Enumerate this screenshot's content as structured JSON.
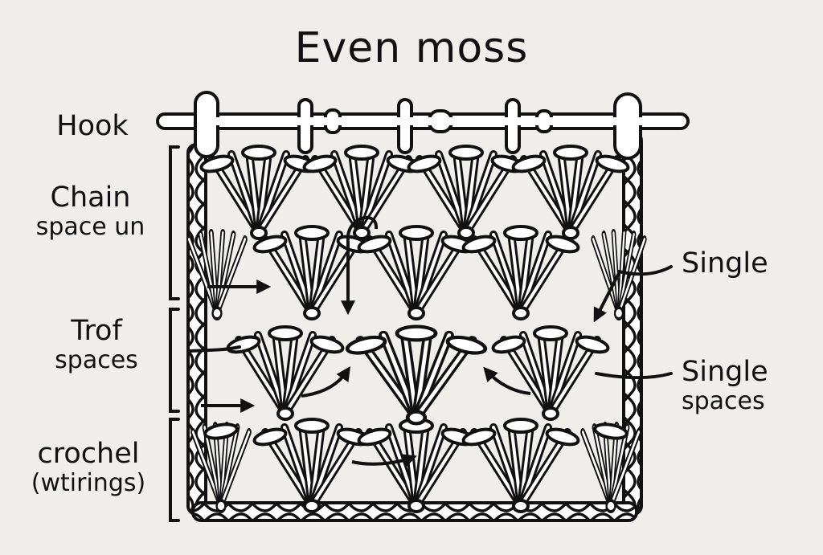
{
  "diagram": {
    "title": "Even moss",
    "background_color": "#efeeea",
    "line_color": "#111111",
    "left_labels": [
      {
        "line1": "Hook",
        "line2": ""
      },
      {
        "line1": "Chain",
        "line2": "space un"
      },
      {
        "line1": "Trof",
        "line2": "spaces"
      },
      {
        "line1": "crochel",
        "line2": "(wtirings)"
      }
    ],
    "right_labels": [
      {
        "line1": "Single",
        "line2": ""
      },
      {
        "line1": "Single",
        "line2": "spaces"
      }
    ],
    "rows": 4,
    "fans_per_row": 4
  }
}
